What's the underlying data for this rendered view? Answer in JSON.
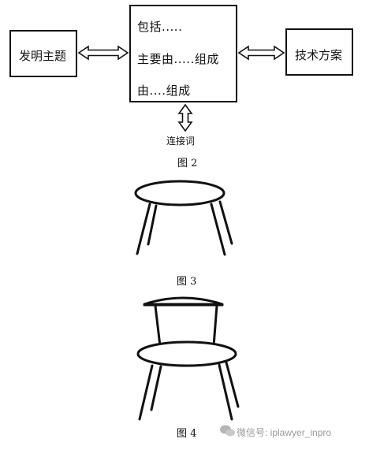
{
  "figure2": {
    "left_box": "发明主题",
    "center_box": {
      "line1": "包括.....",
      "line2": "主要由.....组成",
      "line3": "由....组成"
    },
    "right_box": "技术方案",
    "connector_label": "连接词",
    "caption": "图 2"
  },
  "figure3": {
    "caption": "图 3"
  },
  "figure4": {
    "caption": "图 4"
  },
  "watermark": {
    "icon": "wechat-icon",
    "text": "微信号: iplawyer_inpro"
  }
}
